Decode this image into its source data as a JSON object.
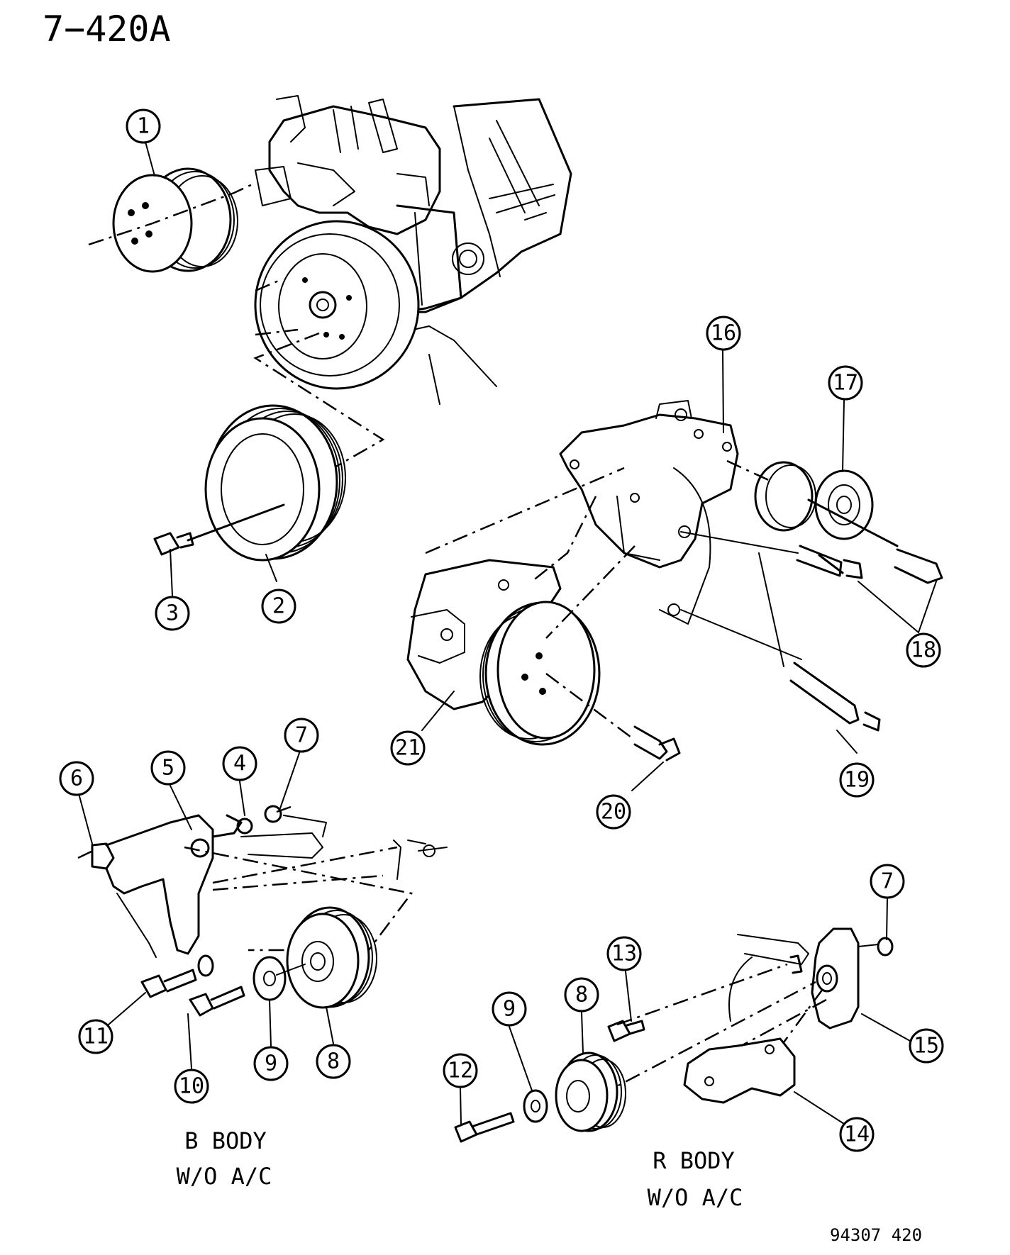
{
  "page_number": "7−420A",
  "figure_id": "94307  420",
  "captions": {
    "b_body": {
      "line1": "B  BODY",
      "line2": "W/O  A/C"
    },
    "r_body": {
      "line1": "R  BODY",
      "line2": "W/O  A/C"
    }
  },
  "callouts": [
    "1",
    "2",
    "3",
    "4",
    "5",
    "6",
    "7",
    "8",
    "9",
    "10",
    "11",
    "12",
    "13",
    "14",
    "15",
    "16",
    "17",
    "18",
    "19",
    "20",
    "21",
    "7",
    "8",
    "9"
  ]
}
